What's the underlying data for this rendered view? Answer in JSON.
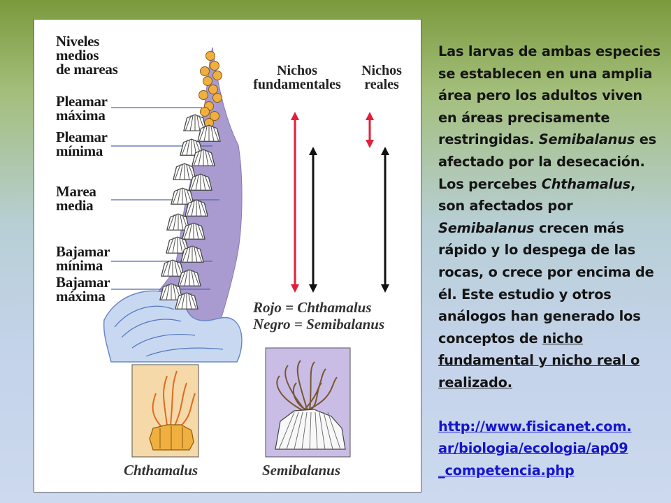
{
  "figure": {
    "tide_labels": [
      "Niveles\nmedios\nde mareas",
      "Pleamar\nmáxima",
      "Pleamar\nmínima",
      "Marea\nmedia",
      "Bajamar\nmínima",
      "Bajamar\nmáxima"
    ],
    "niche_headers": {
      "fundamental": "Nichos\nfundamentales",
      "real": "Nichos\nreales"
    },
    "legend": {
      "red": "Rojo = Chthamalus",
      "black": "Negro = Semibalanus"
    },
    "species": {
      "left": "Chthamalus",
      "right": "Semibalanus"
    },
    "colors": {
      "rock": "#a99bd0",
      "red_arrow": "#e0203a",
      "black_arrow": "#111111",
      "chthamalus": "#f0b040",
      "box_left": "#f6d9a8",
      "box_right": "#c9bde6"
    }
  },
  "text": {
    "p1": "Las larvas de ambas especies se establecen en una amplia área pero los adultos viven en áreas precisamente restringidas.",
    "sem1": "Semibalanus",
    "p2": " es afectado por la desecación. Los percebes ",
    "chth": "Chthamalus",
    "p3": ", son afectados por ",
    "sem2": "Semibalanus",
    "p4": " crecen más rápido y lo despega de las rocas, o crece por encima de él. Este estudio y otros análogos han generado los conceptos de ",
    "underlined": "nicho fundamental y nicho real o realizado.",
    "link": "http://www.fisicanet.com.\nar/biologia/ecologia/ap09\n_competencia.php"
  }
}
